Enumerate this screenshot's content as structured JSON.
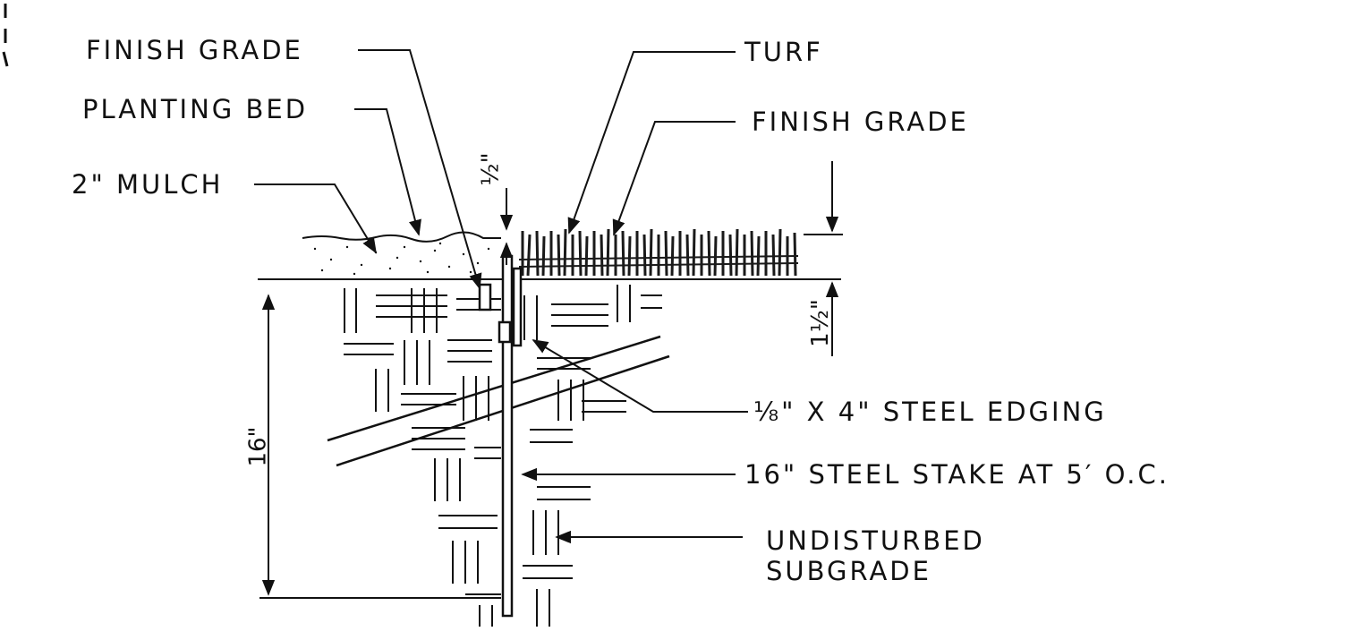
{
  "labels": {
    "finish_grade_left": "FINISH GRADE",
    "planting_bed": "PLANTING BED",
    "mulch": "2\" MULCH",
    "turf": "TURF",
    "finish_grade_right": "FINISH GRADE",
    "steel_edging": "⅛\" X 4\" STEEL EDGING",
    "steel_stake": "16\" STEEL STAKE AT 5′ O.C.",
    "subgrade_line1": "UNDISTURBED",
    "subgrade_line2": "SUBGRADE"
  },
  "dimensions": {
    "half_inch": "½\"",
    "one_and_half_inch": "1½\"",
    "sixteen_inch": "16\""
  },
  "colors": {
    "ink": "#111111",
    "turf": "#1a1a1a",
    "paper": "#ffffff"
  }
}
